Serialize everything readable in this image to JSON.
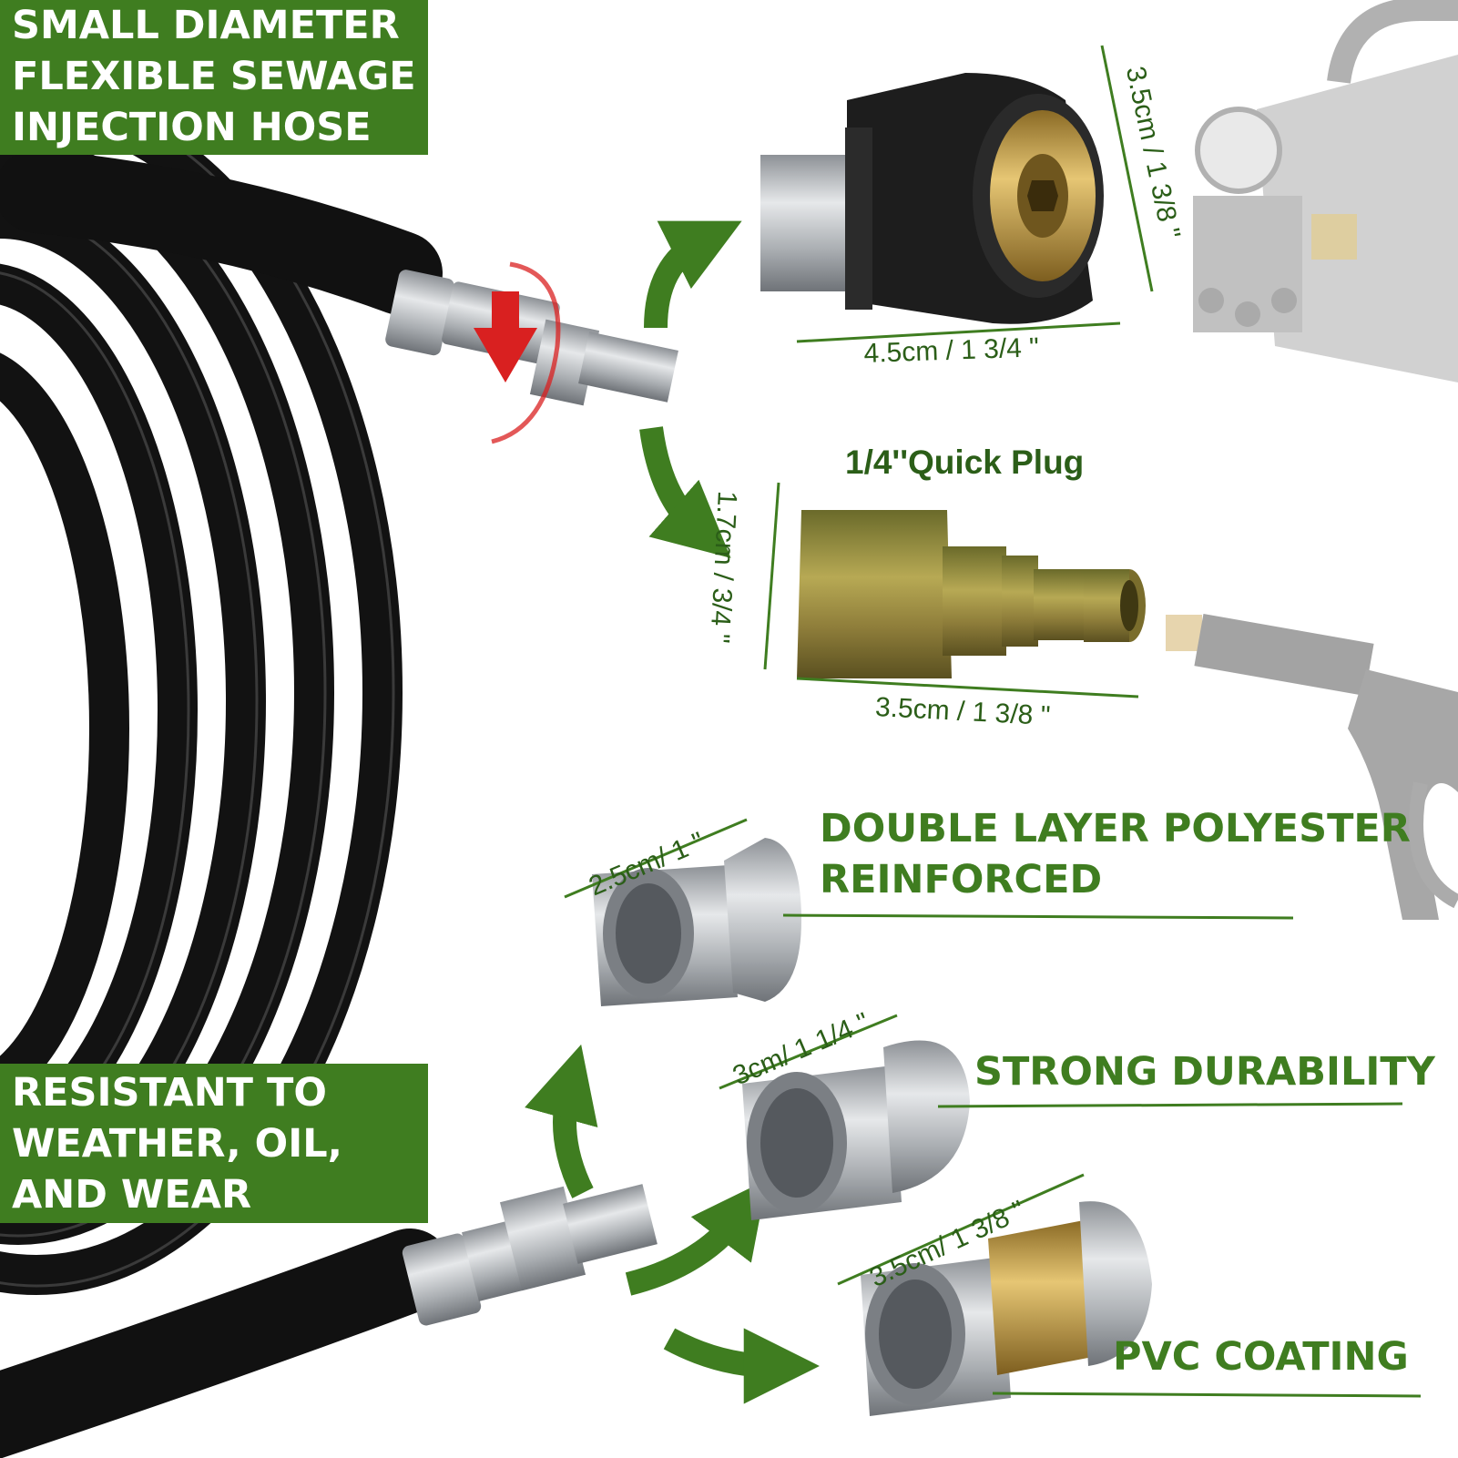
{
  "banners": {
    "top": [
      "SMALL DIAMETER",
      "FLEXIBLE SEWAGE",
      "INJECTION HOSE"
    ],
    "bottom": [
      "RESISTANT TO",
      "WEATHER, OIL,",
      "AND WEAR"
    ]
  },
  "features": {
    "polyester": [
      "DOUBLE LAYER POLYESTER",
      "REINFORCED"
    ],
    "durability": "STRONG DURABILITY",
    "coating": "PVC COATING"
  },
  "quick_plug": {
    "title": "1/4''Quick Plug",
    "width": "3.5cm / 1 3/8 \"",
    "height": "1.7cm / 3/4 \""
  },
  "adapter": {
    "width": "4.5cm / 1 3/4 \"",
    "height": "3.5cm / 1 3/8 \""
  },
  "nozzles": {
    "small": "2.5cm/ 1 \"",
    "medium": "3cm/ 1 1/4 \"",
    "large": "3.5cm/ 1 3/8 \""
  },
  "colors": {
    "brand_green": "#3f7d20",
    "text_green": "#2b5e18",
    "hose": "#111111",
    "brass": "#c9a24a",
    "steel": "#b8bcc0"
  }
}
